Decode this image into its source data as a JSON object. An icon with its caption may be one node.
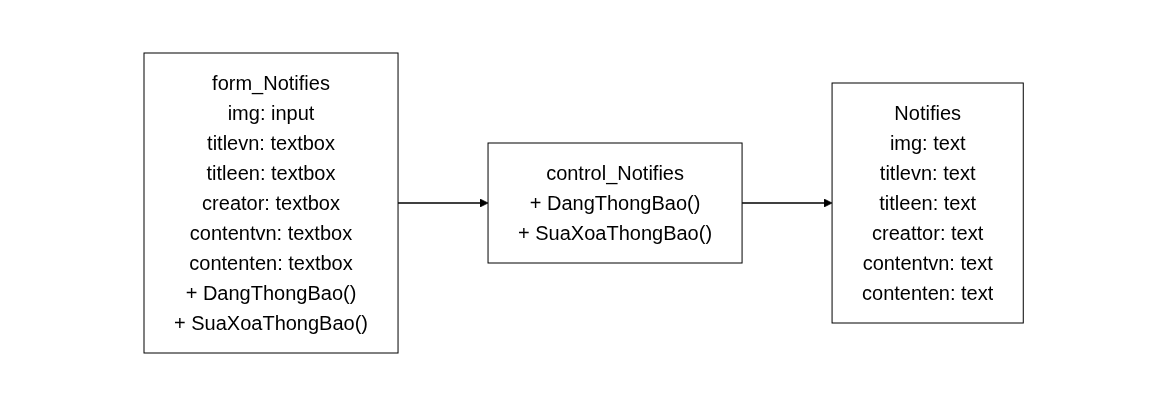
{
  "diagram": {
    "nodes": [
      {
        "text": [
          "form_Notifies",
          "img: input",
          "titlevn: textbox",
          "titleen: textbox",
          "creator: textbox",
          "contentvn: textbox",
          "contenten: textbox",
          "+ DangThongBao()",
          "+ SuaXoaThongBao()"
        ]
      },
      {
        "text": [
          "control_Notifies",
          "+ DangThongBao()",
          "+ SuaXoaThongBao()"
        ]
      },
      {
        "text": [
          "Notifies",
          "img: text",
          "titlevn: text",
          "titleen: text",
          "creattor: text",
          "contentvn: text",
          "contenten: text"
        ]
      }
    ],
    "edges": [
      {
        "from": 0,
        "to": 1,
        "arrow": "to"
      },
      {
        "from": 1,
        "to": 2,
        "arrow": "to"
      }
    ]
  }
}
